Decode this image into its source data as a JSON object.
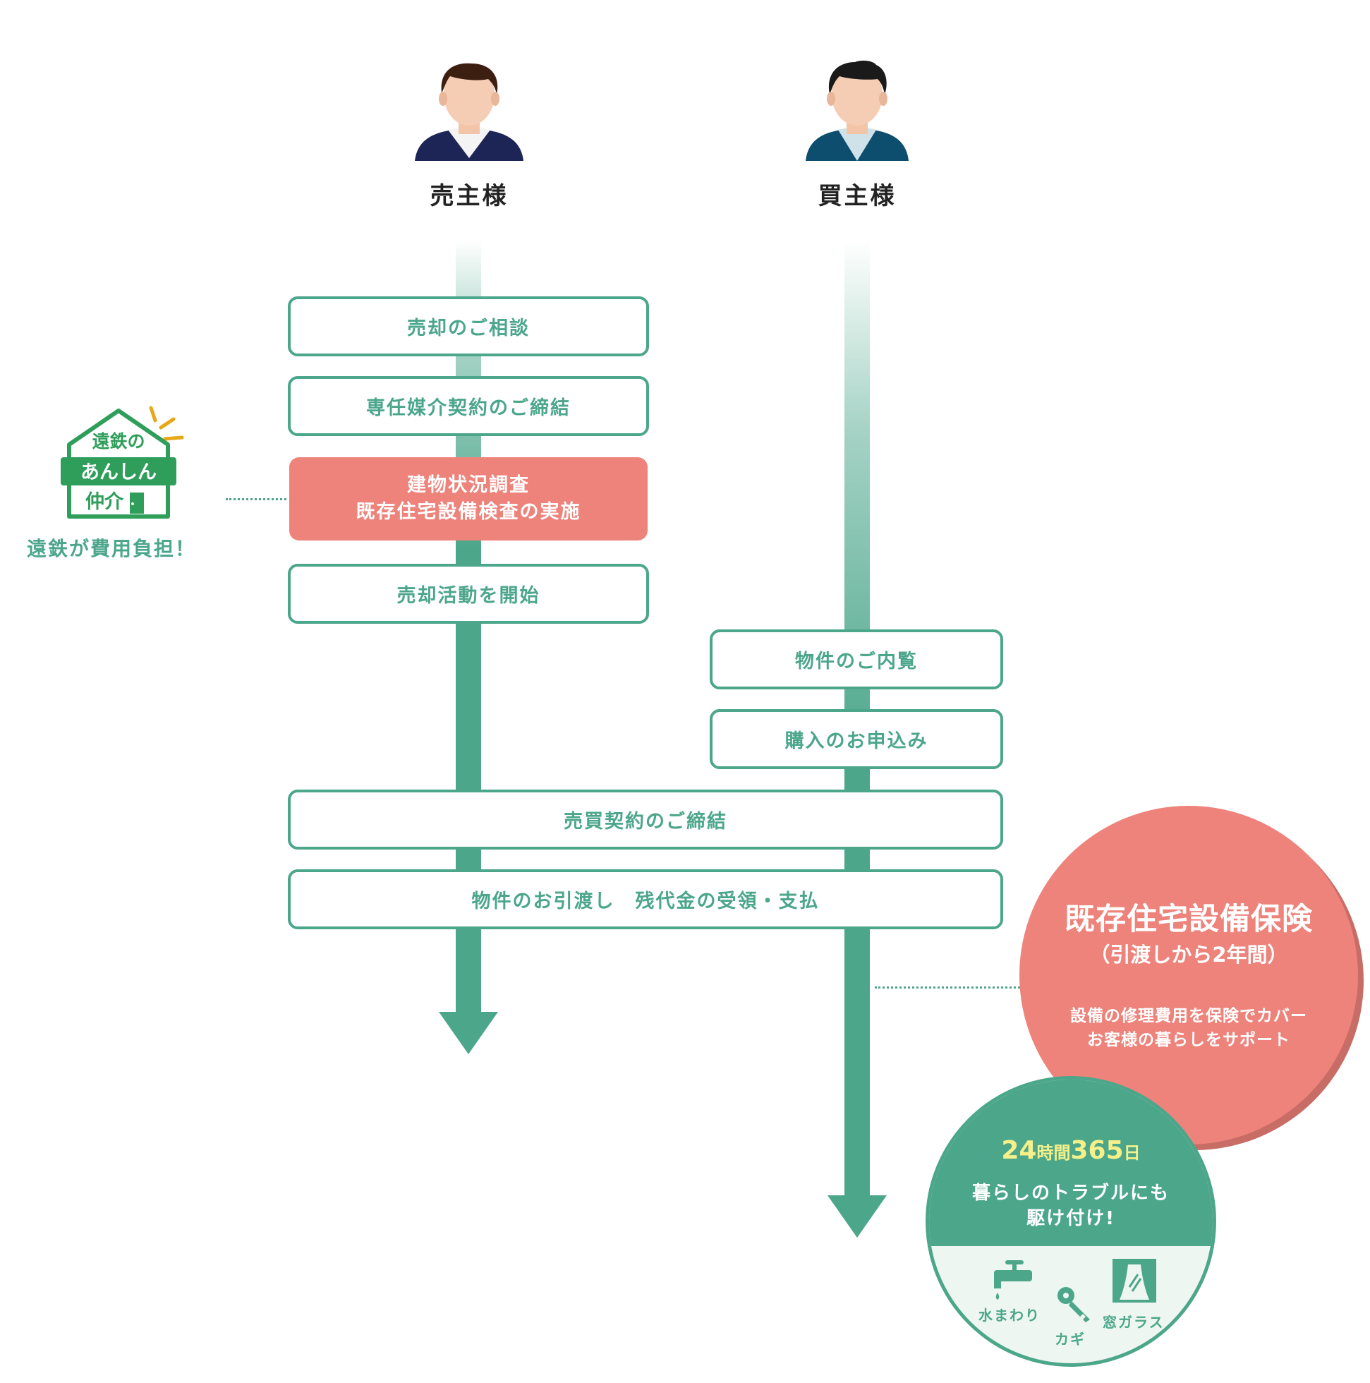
{
  "people": {
    "seller": "売主様",
    "buyer": "買主様"
  },
  "steps": {
    "consult": "売却のご相談",
    "mediation": "専任媒介契約のご締結",
    "inspection_line1": "建物状況調査",
    "inspection_line2": "既存住宅設備検査の実施",
    "marketing": "売却活動を開始",
    "viewing": "物件のご内覧",
    "application": "購入のお申込み",
    "contract": "売買契約のご締結",
    "handover": "物件のお引渡し　残代金の受領・支払"
  },
  "badge": {
    "logo_text": "遠鉄のあんしん仲介",
    "caption": "遠鉄が費用負担！"
  },
  "insurance": {
    "title": "既存住宅設備保険",
    "period": "（引渡しから2年間）",
    "desc_line1": "設備の修理費用を保険でカバー",
    "desc_line2": "お客様の暮らしをサポート"
  },
  "support": {
    "hours_num1": "24",
    "hours_unit1": "時間",
    "hours_num2": "365",
    "hours_unit2": "日",
    "line1": "暮らしのトラブルにも",
    "line2": "駆け付け!",
    "items": [
      {
        "label": "水まわり",
        "icon": "faucet-icon"
      },
      {
        "label": "カギ",
        "icon": "key-icon"
      },
      {
        "label": "窓ガラス",
        "icon": "window-icon"
      }
    ]
  },
  "colors": {
    "green": "#4ba68a",
    "coral": "#ed837b",
    "yellow": "#f5f08a",
    "navy": "#1d2456",
    "teal_suit": "#0d4d6d"
  }
}
